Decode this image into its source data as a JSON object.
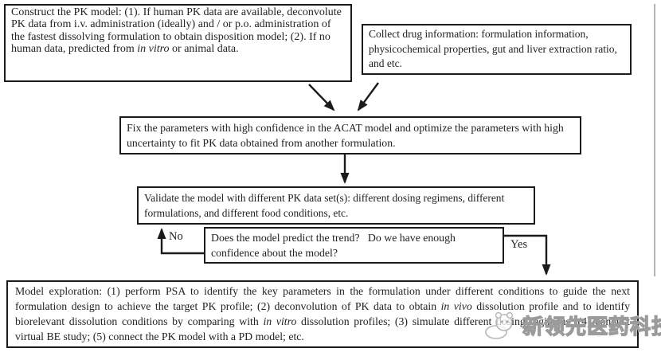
{
  "canvas": {
    "background": "#ffffff",
    "ink": "#1b1b1b",
    "text_color": "#222222",
    "watermark_color": "#9b9b9b"
  },
  "boxes": {
    "construct": {
      "segments": [
        {
          "text": "Construct the PK model: (1). If human PK data are available, deconvolute PK data from i.v. administration (ideally) and / or p.o. administration of the fastest dissolving formulation to obtain disposition model; (2). If no human data, predicted from "
        },
        {
          "text": "in vitro",
          "italic": true
        },
        {
          "text": " or animal data."
        }
      ]
    },
    "collect": {
      "text": "Collect drug information: formulation information, physicochemical properties, gut and liver extraction ratio, and etc."
    },
    "fix": {
      "text": "Fix the parameters with high confidence in the ACAT model and optimize the parameters with high uncertainty to fit PK data obtained from another formulation."
    },
    "validate": {
      "text": "Validate the model with different PK data set(s): different dosing regimens, different formulations, and different food conditions, etc."
    },
    "decision": {
      "text": "Does the model predict the trend?  Do we have enough confidence about the model?"
    },
    "explore": {
      "segments": [
        {
          "text": "Model exploration: (1) perform PSA to identify the key parameters in the formulation under different conditions to guide the next formulation design to achieve the target PK profile; (2) deconvolution of PK data to obtain "
        },
        {
          "text": "in vivo",
          "italic": true
        },
        {
          "text": " dissolution profile and to identify biorelevant dissolution conditions by comparing with "
        },
        {
          "text": "in vitro",
          "italic": true
        },
        {
          "text": " dissolution profiles; (3) simulate different dosing regimens; (4) conduct virtual BE study; (5) connect the PK model with a PD model; etc."
        }
      ]
    }
  },
  "labels": {
    "no": "No",
    "yes": "Yes"
  },
  "watermark": {
    "text": "新领先医药科技"
  }
}
